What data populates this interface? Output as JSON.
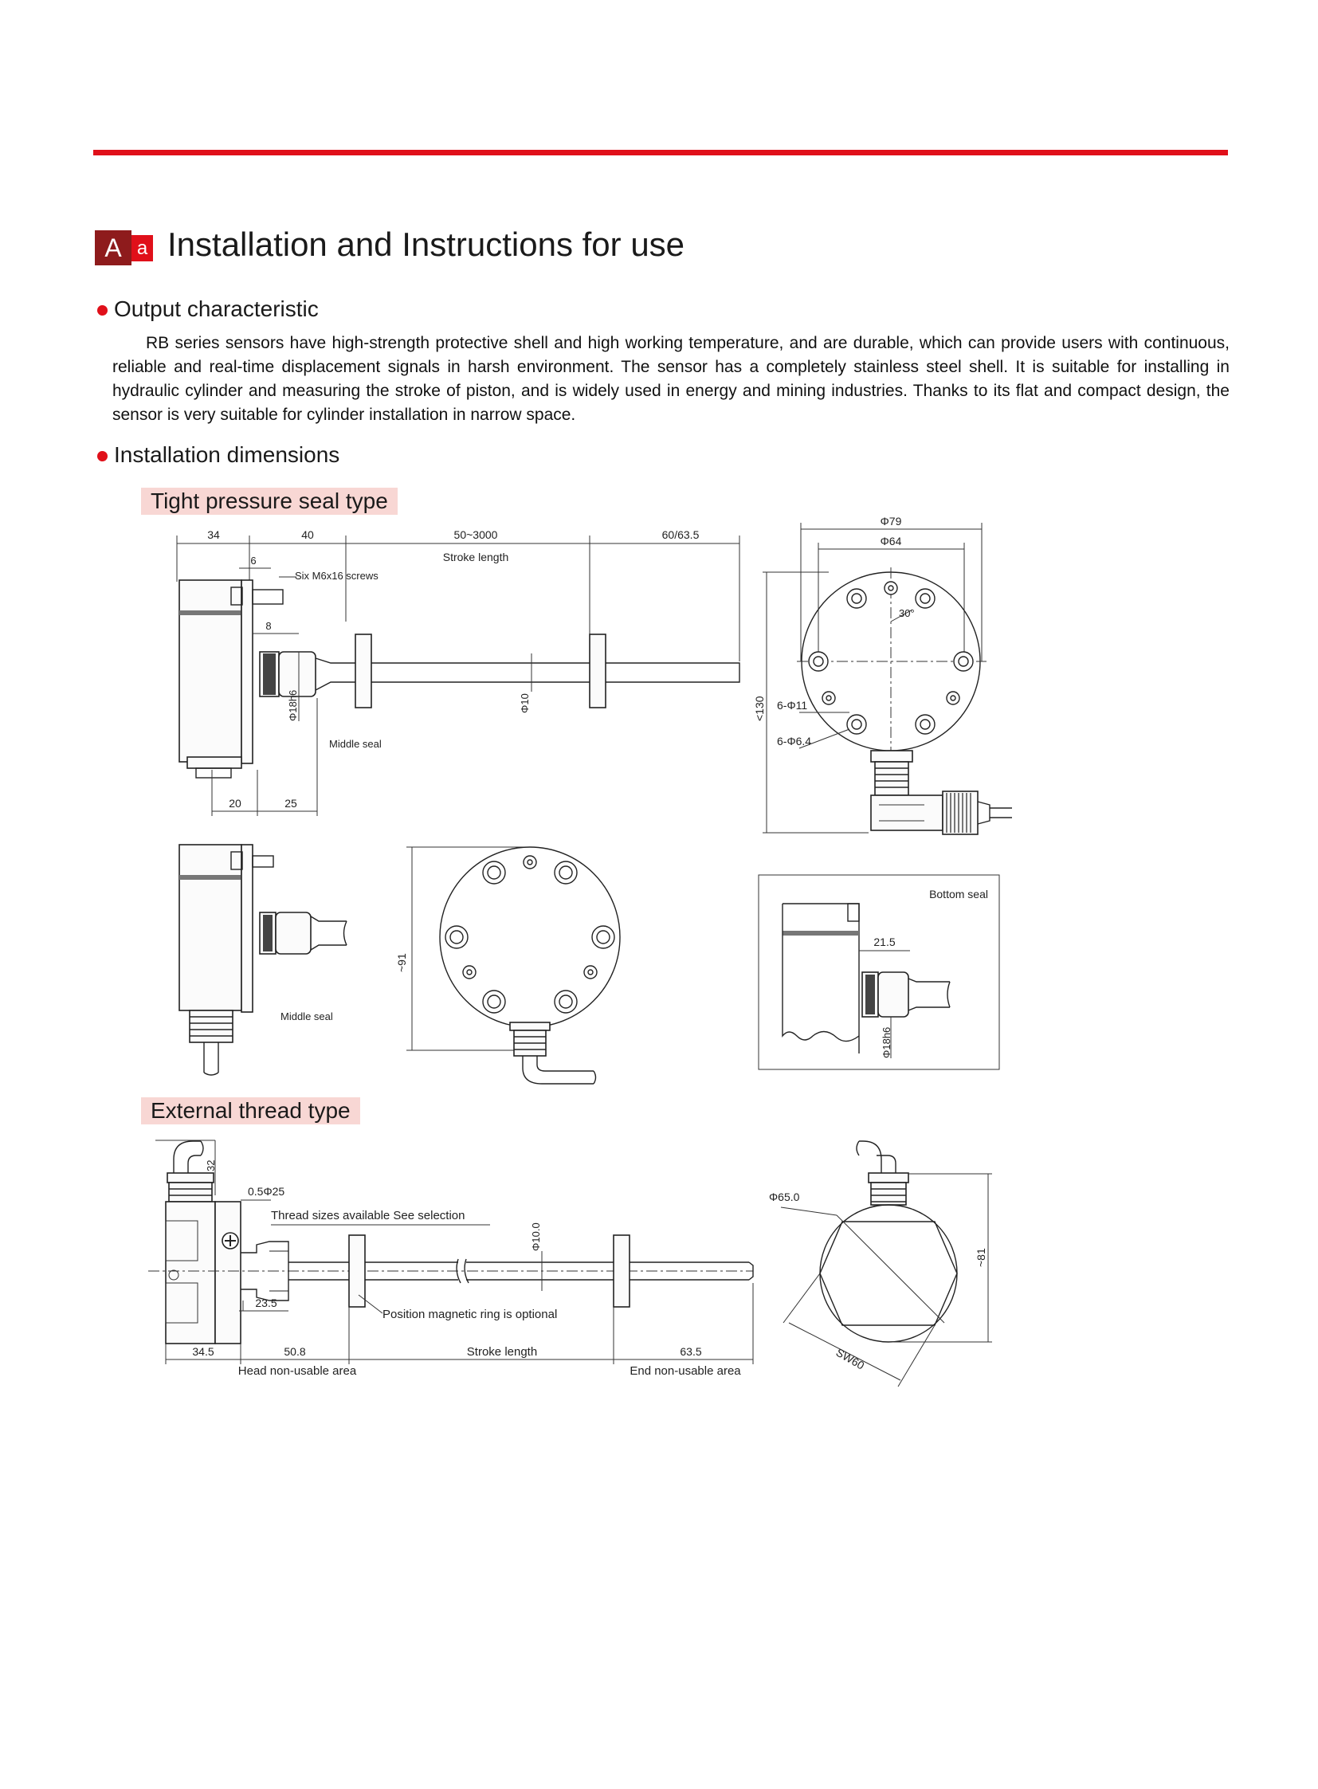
{
  "header": {
    "badge_big": "A",
    "badge_small": "a",
    "title": "Installation and Instructions for use"
  },
  "output": {
    "heading": "Output characteristic",
    "paragraph": "RB series sensors have high-strength protective shell and high working temperature, and are durable, which can provide users with continuous, reliable and real-time displacement signals in harsh environment. The sensor has a completely stainless steel shell. It is suitable for installing in hydraulic cylinder and measuring the stroke of piston, and is widely used in energy and mining industries. Thanks to its flat and compact design, the sensor is very suitable for cylinder installation in narrow space."
  },
  "installation": {
    "heading": "Installation dimensions"
  },
  "tight": {
    "label": "Tight pressure seal type",
    "dims": {
      "d34": "34",
      "d40": "40",
      "d50_3000": "50~3000",
      "d60": "60/63.5",
      "stroke": "Stroke length",
      "d6": "6",
      "screws": "Six M6x16 screws",
      "d8": "8",
      "phi18": "Φ18h6",
      "phi10": "Φ10",
      "middle_seal": "Middle seal",
      "d20": "20",
      "d25": "25",
      "phi79": "Φ79",
      "phi64": "Φ64",
      "deg30": "30°",
      "holes11": "6-Φ11",
      "holes64": "6-Φ6.4",
      "lt130": "<130",
      "tilde91": "~91",
      "middle_seal2": "Middle seal",
      "bottom_seal": "Bottom seal",
      "d21_5": "21.5",
      "phi18b": "Φ18h6"
    }
  },
  "external": {
    "label": "External thread type",
    "dims": {
      "d32": "32",
      "d05phi25": "0.5Φ25",
      "thread": "Thread sizes available See selection",
      "phi10": "Φ10.0",
      "d23_5": "23.5",
      "magring": "Position magnetic ring is optional",
      "d34_5": "34.5",
      "d50_8": "50.8",
      "stroke": "Stroke length",
      "d63_5": "63.5",
      "head_area": "Head non-usable area",
      "end_area": "End non-usable area",
      "phi65": "Φ65.0",
      "tilde81": "~81",
      "sw60": "SW60"
    }
  }
}
